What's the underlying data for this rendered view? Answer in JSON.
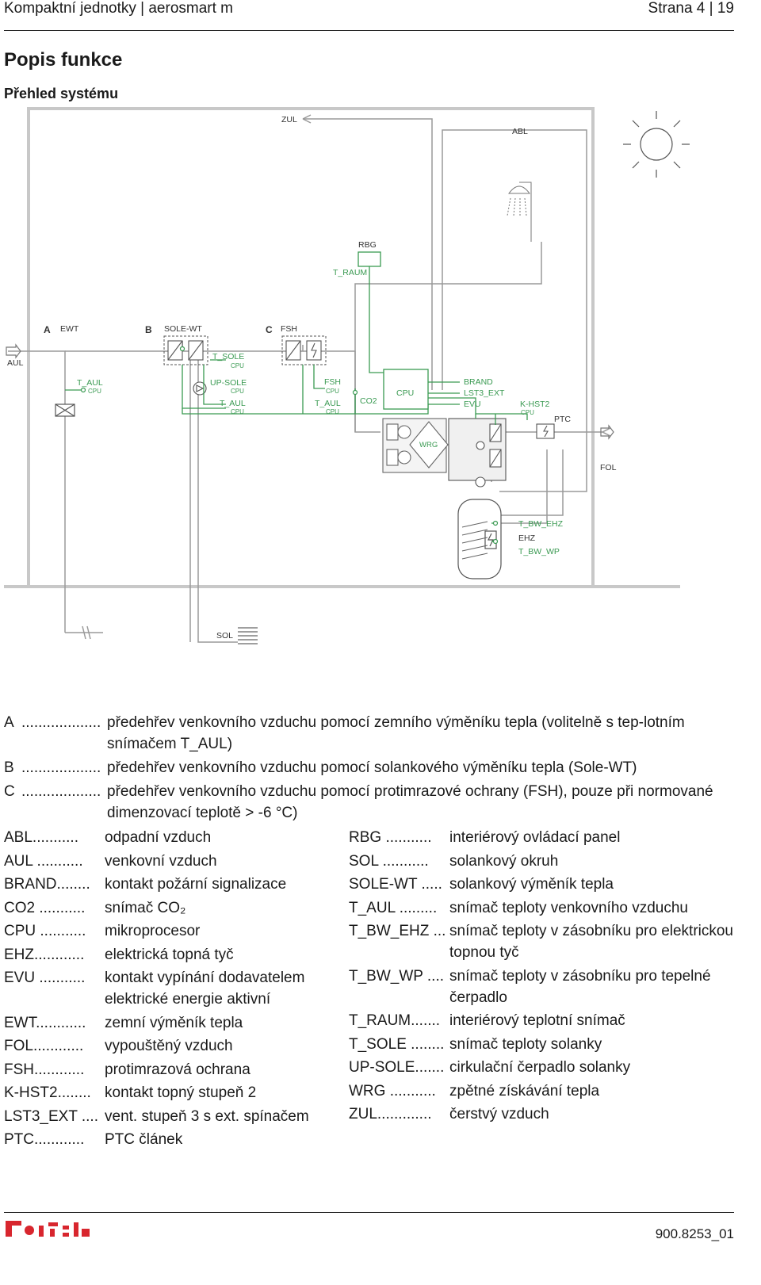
{
  "header": {
    "left": "Kompaktní jednotky | aerosmart m",
    "right": "Strana 4 | 19"
  },
  "section_title": "Popis funkce",
  "subsection_title": "Přehled systému",
  "diagram": {
    "labels": {
      "zul": "ZUL",
      "abl": "ABL",
      "rbg": "RBG",
      "t_raum": "T_RAUM",
      "a": "A",
      "ewt": "EWT",
      "b": "B",
      "sole_wt": "SOLE-WT",
      "c": "C",
      "fsh": "FSH",
      "aul": "AUL",
      "t_aul_a": "T_AUL",
      "cpu": "CPU",
      "t_sole": "T_SOLE",
      "up_sole": "UP-SOLE",
      "t_aul_b": "T_AUL",
      "fsh_sensor": "FSH",
      "t_aul_c": "T_AUL",
      "co2": "CO2",
      "cpu_box": "CPU",
      "brand": "BRAND",
      "lst3_ext": "LST3_EXT",
      "evu": "EVU",
      "k_hst2": "K-HST2",
      "ptc": "PTC",
      "wrg": "WRG",
      "fol": "FOL",
      "t_bw_ehz": "T_BW_EHZ",
      "ehz": "EHZ",
      "t_bw_wp": "T_BW_WP",
      "sol": "SOL"
    },
    "colors": {
      "green": "#3a9a52",
      "gray": "#9a9a9a",
      "dark": "#4a4a4a"
    }
  },
  "options": [
    {
      "label": "A",
      "dots": "...................",
      "text": "předehřev venkovního vzduchu pomocí zemního výměníku tepla (volitelně s tep-lotním snímačem T_AUL)"
    },
    {
      "label": "B",
      "dots": "...................",
      "text": "předehřev venkovního vzduchu pomocí solankového výměníku tepla (Sole-WT)"
    },
    {
      "label": "C",
      "dots": "...................",
      "text": "předehřev venkovního vzduchu pomocí protimrazové ochrany (FSH), pouze při normované dimenzovací teplotě > -6 °C)"
    }
  ],
  "glossary_left": [
    {
      "term": "ABL...........",
      "def": "odpadní vzduch"
    },
    {
      "term": "AUL ...........",
      "def": "venkovní vzduch"
    },
    {
      "term": "BRAND........",
      "def": "kontakt požární signalizace"
    },
    {
      "term": "CO2 ...........",
      "def": "snímač CO₂"
    },
    {
      "term": "CPU ...........",
      "def": "mikroprocesor"
    },
    {
      "term": "EHZ............",
      "def": "elektrická topná tyč"
    },
    {
      "term": "EVU ...........",
      "def": "kontakt vypínání dodavatelem elektrické energie aktivní"
    },
    {
      "term": "EWT............",
      "def": "zemní výměník tepla"
    },
    {
      "term": "FOL............",
      "def": "vypouštěný vzduch"
    },
    {
      "term": "FSH............",
      "def": "protimrazová ochrana"
    },
    {
      "term": "K-HST2........",
      "def": "kontakt topný stupeň 2"
    },
    {
      "term": "LST3_EXT ....",
      "def": "vent. stupeň 3 s ext. spínačem"
    },
    {
      "term": "PTC............",
      "def": "PTC článek"
    }
  ],
  "glossary_right": [
    {
      "term": "RBG ...........",
      "def": "interiérový ovládací panel"
    },
    {
      "term": "SOL ...........",
      "def": "solankový okruh"
    },
    {
      "term": "SOLE-WT .....",
      "def": "solankový výměník tepla"
    },
    {
      "term": "T_AUL .........",
      "def": "snímač teploty venkovního vzduchu"
    },
    {
      "term": "T_BW_EHZ ...",
      "def": "snímač teploty v zásobníku pro elektrickou topnou tyč"
    },
    {
      "term": "T_BW_WP ....",
      "def": "snímač teploty v zásobníku pro tepelné čerpadlo"
    },
    {
      "term": "T_RAUM.......",
      "def": "interiérový teplotní snímač"
    },
    {
      "term": "T_SOLE ........",
      "def": "snímač teploty solanky"
    },
    {
      "term": "UP-SOLE.......",
      "def": "cirkulační čerpadlo solanky"
    },
    {
      "term": "WRG ...........",
      "def": "zpětné získávání tepla"
    },
    {
      "term": "ZUL.............",
      "def": "čerstvý vzduch"
    }
  ],
  "footer": {
    "code": "900.8253_01"
  }
}
